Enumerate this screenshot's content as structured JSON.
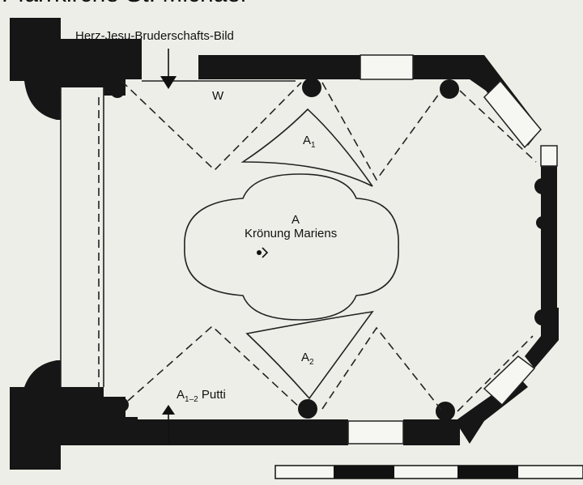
{
  "header": {
    "text": "Pfarrkirche St. Michael"
  },
  "labels": {
    "herz_jesu": "Herz-Jesu-Bruderschafts-Bild",
    "w": "W",
    "a1": "A",
    "a1_sub": "1",
    "a2": "A",
    "a2_sub": "2",
    "a_main": "A",
    "kroenung": "Krönung Mariens",
    "putti": "A",
    "putti_sub": "1–2",
    "putti_text": " Putti"
  },
  "icons": {
    "viewpoint": "viewpoint-marker-icon",
    "scale": "scale-bar-icon"
  },
  "colors": {
    "paper": "#eeeee8",
    "wall": "#161616",
    "line": "#222222"
  }
}
